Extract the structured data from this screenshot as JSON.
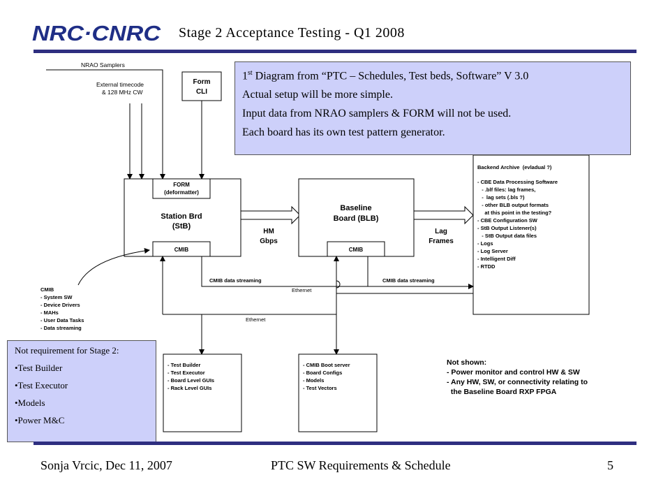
{
  "header": {
    "logo_text": "NRC·CNRC",
    "title": "Stage 2 Acceptance Testing - Q1 2008"
  },
  "footer": {
    "left": "Sonja Vrcic, Dec 11, 2007",
    "center": "PTC SW Requirements & Schedule",
    "page_number": "5"
  },
  "callout_main": {
    "line1_prefix": "1",
    "line1_sup": "st",
    "line1_rest": " Diagram from “PTC – Schedules, Test beds, Software” V 3.0",
    "line2": "Actual setup will be more simple.",
    "line3": "Input data from NRAO samplers & FORM will not be used.",
    "line4": "Each board has its own test pattern generator."
  },
  "callout_stage2": {
    "heading": "Not requirement  for Stage 2:",
    "items": [
      "•Test Builder",
      "•Test Executor",
      "•Models",
      "•Power M&C"
    ]
  },
  "diagram": {
    "nrao_samplers": "NRAO Samplers",
    "ext_timecode_1": "External timecode",
    "ext_timecode_2": "& 128 MHz CW",
    "form_cli_1": "Form",
    "form_cli_2": "CLI",
    "form_box_1": "FORM",
    "form_box_2": "(deformatter)",
    "stb_1": "Station Brd",
    "stb_2": "(StB)",
    "stb_cmib": "CMIB",
    "hm_1": "HM",
    "hm_2": "Gbps",
    "blb_1": "Baseline",
    "blb_2": "Board (BLB)",
    "blb_cmib": "CMIB",
    "lag_1": "Lag",
    "lag_2": "Frames",
    "cmib_stream_1": "CMIB data streaming",
    "cmib_stream_2": "CMIB data streaming",
    "ethernet_1": "Ethernet",
    "ethernet_2": "Ethernet",
    "cmib_list": [
      "CMIB",
      "- System SW",
      "- Device Drivers",
      "- MAHs",
      "- User Data Tasks",
      "- Data streaming"
    ],
    "backend_list": [
      "Backend Archive  (evladual ?)",
      "",
      "- CBE Data Processing Software",
      "   - .blf files: lag frames,",
      "   -  lag sets (.bls ?)",
      "   - other BLB output formats",
      "     at this point in the testing?",
      "- CBE Configuration SW",
      "- StB Output Listener(s)",
      "   - StB Output data files",
      "- Logs",
      "- Log Server",
      "- Intelligent Diff",
      "- RTDD"
    ],
    "tools_list": [
      "- Test Builder",
      "- Test Executor",
      "- Board Level GUIs",
      "- Rack Level GUIs"
    ],
    "boot_list": [
      "- CMIB Boot server",
      "- Board Configs",
      "- Models",
      "- Test Vectors"
    ],
    "not_shown_list": [
      "Not shown:",
      "- Power monitor and control HW & SW",
      "- Any HW, SW, or connectivity relating to",
      "  the Baseline Board RXP FPGA"
    ]
  },
  "colors": {
    "rule": "#2e2e80",
    "callout_fill": "#cdd0fa",
    "logo": "#1f2e86"
  }
}
